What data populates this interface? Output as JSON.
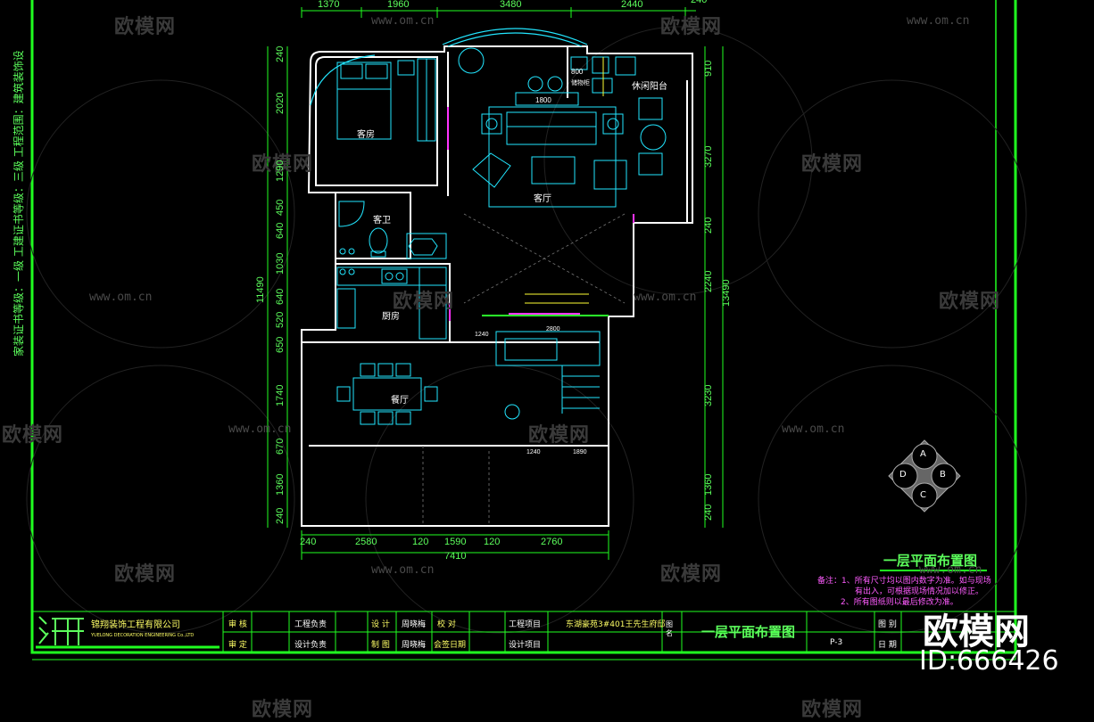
{
  "watermarks": {
    "brand_text": "欧模网",
    "url_text": "www.om.cn"
  },
  "plan": {
    "title": "一层平面布置图",
    "top_dims": [
      "1370",
      "1960",
      "3480",
      "2440",
      "240"
    ],
    "bottom_dims": [
      "240",
      "2580",
      "120",
      "1590",
      "120",
      "2760"
    ],
    "bottom_total": "7410",
    "left_dims": [
      "240",
      "2020",
      "1290",
      "450",
      "640",
      "1030",
      "640",
      "520",
      "650",
      "1740",
      "670",
      "1360",
      "240"
    ],
    "left_total": "11490",
    "right_dims": [
      "910",
      "3270",
      "240",
      "2240",
      "3230",
      "1360",
      "240"
    ],
    "right_total": "13490",
    "rooms": {
      "bedroom": "客房",
      "bathroom": "客卫",
      "kitchen": "厨房",
      "living": "客厅",
      "dining": "餐厅",
      "balcony": "休闲阳台",
      "cabinet": "储物柜"
    },
    "inner_dims": [
      "800",
      "1800",
      "1240",
      "2800",
      "1240",
      "1890"
    ]
  },
  "compass": {
    "labels": [
      "A",
      "B",
      "C",
      "D"
    ]
  },
  "notes": {
    "line1": "备注：1、所有尺寸均以图内数字为准。如与现场",
    "line2": "有出入，可根据现场情况加以修正。",
    "line3": "2、所有图纸则以最后修改为准。"
  },
  "title_block": {
    "company": "锦翔装饰工程有限公司",
    "company_en": "YUELONG DECORATION ENGINEERING Co.,LTD",
    "review": "审 核",
    "approve": "审 定",
    "project_lead": "工程负责",
    "design_lead": "设计负责",
    "design": "设 计",
    "draw": "制 图",
    "designer_name": "周晓梅",
    "drafter_name": "周晓梅",
    "check": "校 对",
    "sign_date": "会签日期",
    "project_label": "工程项目",
    "design_item": "设计项目",
    "project_name": "东湖豪苑3#401王先生府邸",
    "drawing_name_label": "图 名",
    "drawing_name": "一层平面布置图",
    "sheet_no": "P-3",
    "sheet_label": "图 别",
    "date_label": "日 期"
  },
  "side": {
    "text": "家装证书等级：一级  工建证书等级：三级  工程范围：建筑装饰设"
  },
  "brand_overlay": {
    "name": "欧模网",
    "id": "ID:666426"
  },
  "colors": {
    "frame": "#20ff20",
    "wall": "#ffffff",
    "furniture": "#22e6ff",
    "dim": "#5cff5c",
    "accent": "#ff33ff",
    "yellow": "#ffff33"
  }
}
